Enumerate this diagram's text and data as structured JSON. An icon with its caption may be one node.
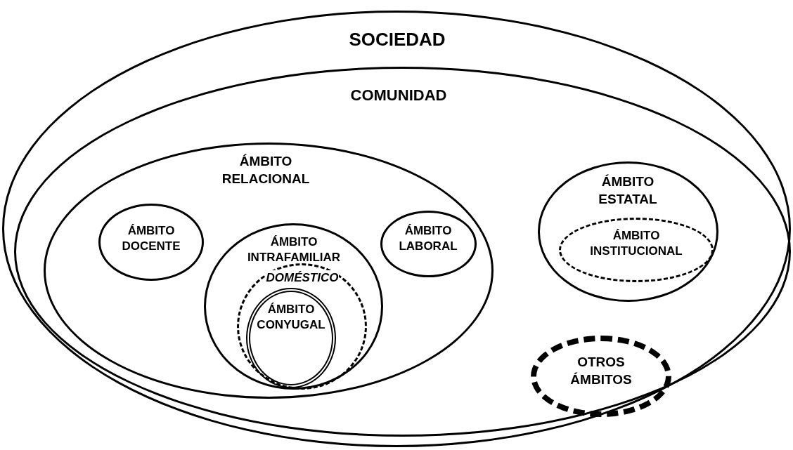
{
  "diagram": {
    "nodes": [
      {
        "text": [
          "SOCIEDAD"
        ]
      },
      {
        "text": [
          "COMUNIDAD"
        ],
        "in": 0
      },
      {
        "text": [
          "ÁMBITO RELACIONAL"
        ],
        "in": 1
      },
      {
        "text": [
          "ÁMBITO DOCENTE"
        ],
        "in": 2
      },
      {
        "text": [
          "ÁMBITO INTRAFAMILIAR"
        ],
        "in": 2
      },
      {
        "text": [
          "DOMÉSTICO"
        ],
        "in": 4
      },
      {
        "text": [
          "ÁMBITO CONYUGAL"
        ],
        "in": 5
      },
      {
        "text": [
          "ÁMBITO LABORAL"
        ],
        "in": 2
      },
      {
        "text": [
          "ÁMBITO ESTATAL"
        ],
        "in": 1
      },
      {
        "text": [
          "ÁMBITO INSTITUCIONAL"
        ],
        "in": 8
      },
      {
        "text": [
          "OTROS ÁMBITOS"
        ],
        "in": 1
      }
    ]
  }
}
